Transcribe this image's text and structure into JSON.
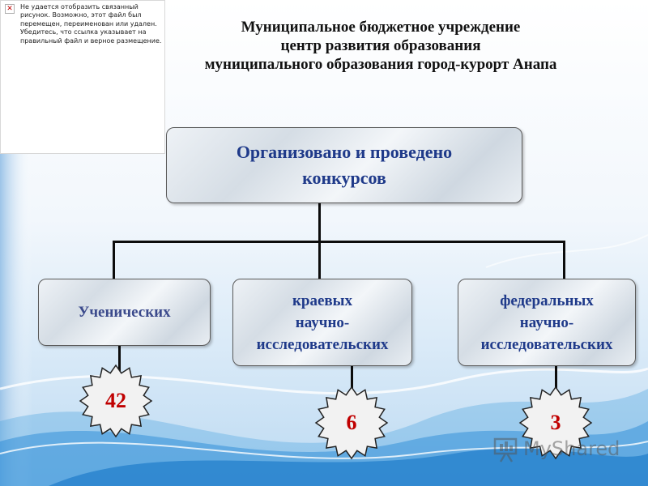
{
  "placeholder": {
    "message": "Не удается отобразить связанный рисунок. Возможно, этот файл был перемещен, переименован или удален. Убедитесь, что ссылка указывает на правильный файл и верное размещение."
  },
  "title": {
    "line1": "Муниципальное бюджетное учреждение",
    "line2": "центр развития образования",
    "line3": "муниципального образования город-курорт Анапа"
  },
  "root": {
    "line1": "Организовано и проведено",
    "line2": "конкурсов"
  },
  "categories": [
    {
      "lines": [
        "Ученических"
      ],
      "count": "42"
    },
    {
      "lines": [
        "краевых",
        "научно-",
        "исследовательских"
      ],
      "count": "6"
    },
    {
      "lines": [
        "федеральных",
        "научно-",
        "исследовательских"
      ],
      "count": "3"
    }
  ],
  "watermark": {
    "text": "MyShared"
  },
  "colors": {
    "count": "#c00000",
    "box_text": "#1f3a8a",
    "connector": "#0c0c0c"
  }
}
